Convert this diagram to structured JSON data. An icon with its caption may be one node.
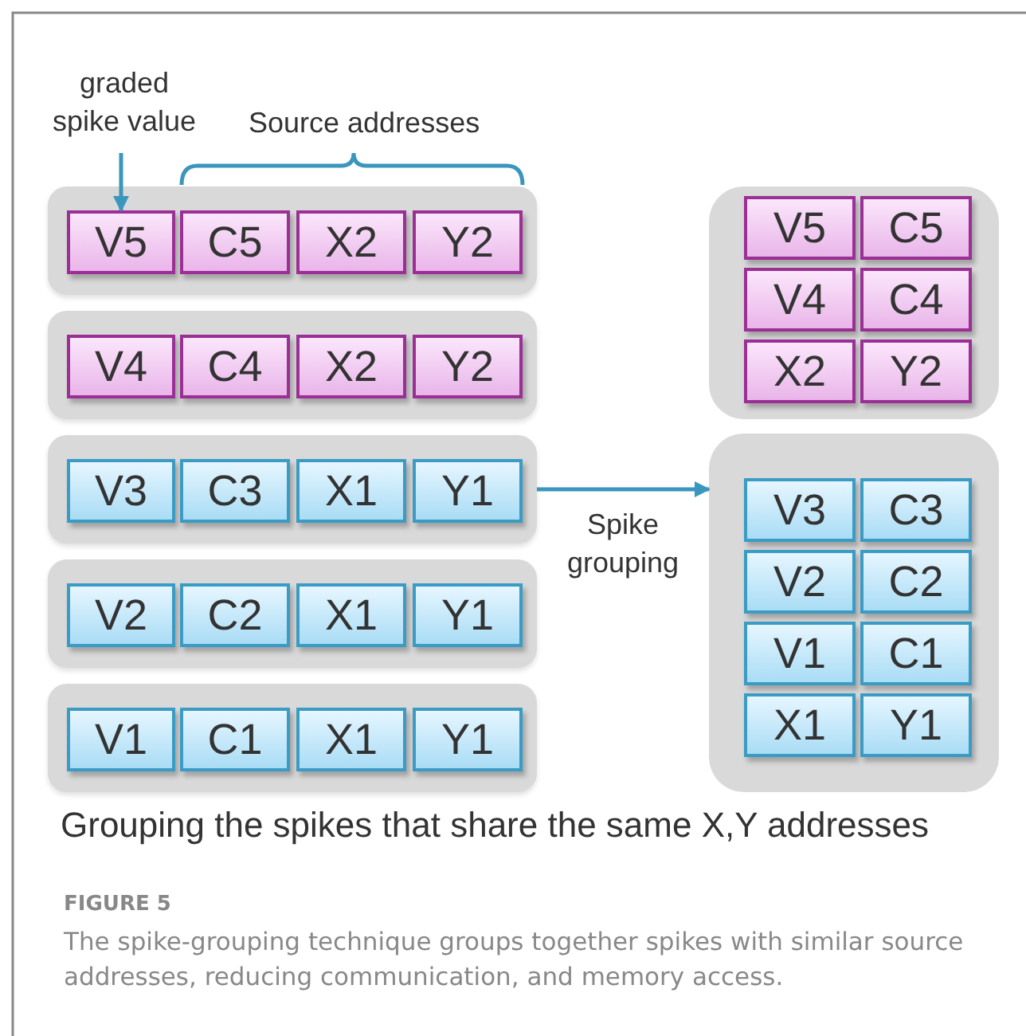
{
  "diagram": {
    "title": "Grouping the spikes that share the same X,Y addresses",
    "caption": "The spike-grouping technique groups together spikes with similar source addresses, reducing communication, and memory access.",
    "nodes": [
      {
        "text": [
          "graded spike value"
        ]
      },
      {
        "text": [],
        "shape": "box"
      },
      {
        "text": [
          "V5"
        ],
        "in": 1
      },
      {
        "text": [
          "C5"
        ],
        "in": 1
      },
      {
        "text": [
          "X2"
        ],
        "in": 1
      },
      {
        "text": [
          "Y2"
        ],
        "in": 1
      },
      {
        "text": [],
        "shape": "box"
      },
      {
        "text": [
          "V4"
        ],
        "in": 6
      },
      {
        "text": [
          "C4"
        ],
        "in": 6
      },
      {
        "text": [
          "X2"
        ],
        "in": 6
      },
      {
        "text": [
          "Y2"
        ],
        "in": 6
      },
      {
        "text": [],
        "shape": "box"
      },
      {
        "text": [
          "V3"
        ],
        "in": 11
      },
      {
        "text": [
          "C3"
        ],
        "in": 11
      },
      {
        "text": [
          "X1"
        ],
        "in": 11
      },
      {
        "text": [
          "Y1"
        ],
        "in": 11
      },
      {
        "text": [],
        "shape": "box"
      },
      {
        "text": [
          "V2"
        ],
        "in": 16
      },
      {
        "text": [
          "C2"
        ],
        "in": 16
      },
      {
        "text": [
          "X1"
        ],
        "in": 16
      },
      {
        "text": [
          "Y1"
        ],
        "in": 16
      },
      {
        "text": [],
        "shape": "box"
      },
      {
        "text": [
          "V1"
        ],
        "in": 21
      },
      {
        "text": [
          "C1"
        ],
        "in": 21
      },
      {
        "text": [
          "X1"
        ],
        "in": 21
      },
      {
        "text": [
          "Y1"
        ],
        "in": 21
      },
      {
        "text": [],
        "shape": "box"
      },
      {
        "text": [
          "V5"
        ],
        "in": 26
      },
      {
        "text": [
          "C5"
        ],
        "in": 26
      },
      {
        "text": [
          "V4"
        ],
        "in": 26
      },
      {
        "text": [
          "C4"
        ],
        "in": 26
      },
      {
        "text": [
          "X2"
        ],
        "in": 26
      },
      {
        "text": [
          "Y2"
        ],
        "in": 26
      },
      {
        "text": [],
        "shape": "box"
      },
      {
        "text": [
          "V3"
        ],
        "in": 33
      },
      {
        "text": [
          "C3"
        ],
        "in": 33
      },
      {
        "text": [
          "V2"
        ],
        "in": 33
      },
      {
        "text": [
          "C2"
        ],
        "in": 33
      },
      {
        "text": [
          "V1"
        ],
        "in": 33
      },
      {
        "text": [
          "C1"
        ],
        "in": 33
      },
      {
        "text": [
          "X1"
        ],
        "in": 33
      },
      {
        "text": [
          "Y1"
        ],
        "in": 33
      }
    ],
    "edges": [
      {
        "from": 0,
        "to": 2,
        "arrow": "to"
      },
      {
        "from": 11,
        "to": 33,
        "arrow": "to",
        "label": "Spike grouping"
      }
    ],
    "labels": [
      "Source addresses",
      "FIGURE 5"
    ]
  }
}
